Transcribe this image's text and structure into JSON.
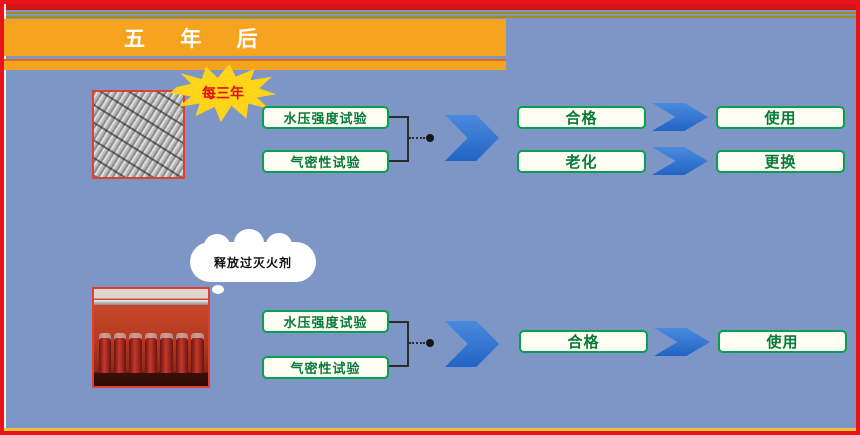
{
  "header": {
    "title": "五 年 后"
  },
  "burst": {
    "label": "每三年"
  },
  "cloud": {
    "label": "释放过灭火剂"
  },
  "flow_top": {
    "tests": [
      "水压强度试验",
      "气密性试验"
    ],
    "outcomes": [
      {
        "result": "合格",
        "action": "使用"
      },
      {
        "result": "老化",
        "action": "更换"
      }
    ]
  },
  "flow_bottom": {
    "tests": [
      "水压强度试验",
      "气密性试验"
    ],
    "outcomes": [
      {
        "result": "合格",
        "action": "使用"
      }
    ]
  },
  "colors": {
    "background": "#7e96c5",
    "frame_red": "#e81218",
    "banner_orange": "#f6a41f",
    "box_green": "#06a14e",
    "arrow_blue": "#2e78d4",
    "burst_yellow": "#ffd41a"
  }
}
